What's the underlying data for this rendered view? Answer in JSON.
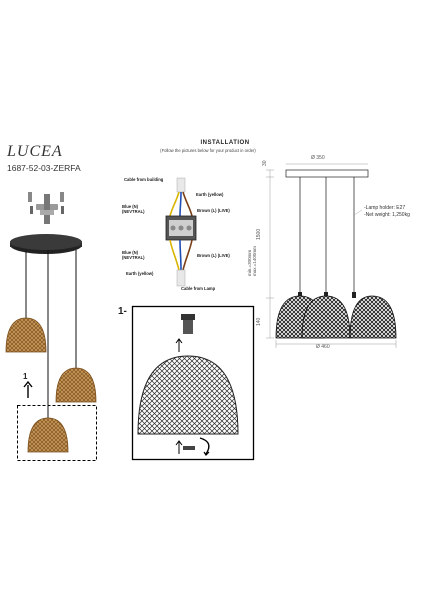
{
  "product": {
    "name": "LUCEA",
    "code": "1687-52-03-ZERFA"
  },
  "installation": {
    "title": "INSTALLATION",
    "subtitle": "(Follow the pictures below for your product in order)",
    "labels": {
      "cable_building": "Cable from building",
      "earth_top": "Earth (yellow)",
      "blue_top": "Blue (N)\n(NEVTRAL)",
      "brown_top": "Brown (L) (LIVE)",
      "blue_bottom": "Blue (N)\n(NEVTRAL)",
      "brown_bottom": "Brown (L) (LIVE)",
      "earth_bottom": "Earth (yellow)",
      "cable_lamp": "Cable from Lamp"
    }
  },
  "steps": {
    "step_label": "1-",
    "arrow_label": "1"
  },
  "dimensions": {
    "width_top": "Ø 350",
    "height_canopy": "30",
    "height_cable": "1500",
    "height_range": "min.=300mm\nmax.=1400mm",
    "height_shade": "140",
    "width_bottom": "Ø 460"
  },
  "specs": {
    "lamp_holder": "-Lamp holder: E27",
    "net_weight": "-Net weight: 1,250kg"
  }
}
